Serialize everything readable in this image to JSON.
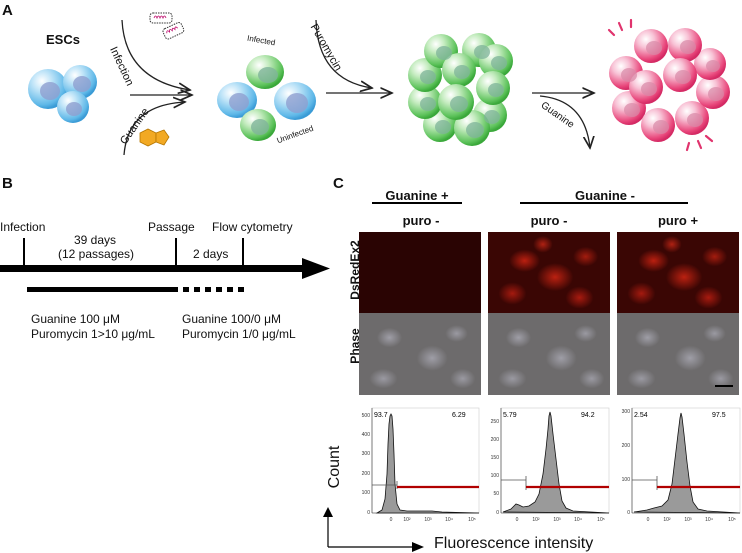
{
  "panel_a": {
    "letter": "A",
    "esc_label": "ESCs",
    "infection_label": "Infection",
    "guanine_label": "Guanine",
    "infected_label": "Infected",
    "uninfected_label": "Uninfected",
    "puromycin_label": "Puromycin",
    "guanine_removal_label": "Guanine",
    "icons": [
      "virus-icon",
      "guanine-molecule-icon",
      "cell-blue-icon",
      "cell-green-icon",
      "cell-pink-icon"
    ],
    "colors": {
      "esc_blue": "#5fb8e8",
      "infected_green": "#5cc25a",
      "dsred_pink": "#e8457a",
      "guanine_orange": "#f2a923"
    }
  },
  "panel_b": {
    "letter": "B",
    "events": [
      "Infection",
      "Passage",
      "Flow cytometry"
    ],
    "interval1_line1": "39 days",
    "interval1_line2": "(12 passages)",
    "interval2": "2 days",
    "cond1_line1": "Guanine 100 μM",
    "cond1_line2": "Puromycin 1>10 μg/mL",
    "cond2_line1": "Guanine 100/0 μM",
    "cond2_line2": "Puromycin 1/0 μg/mL"
  },
  "panel_c": {
    "letter": "C",
    "group1": "Guanine +",
    "group2": "Guanine -",
    "columns": [
      "puro -",
      "puro -",
      "puro +"
    ],
    "row_labels": [
      "DsRedEx2",
      "Phase"
    ],
    "y_axis_label": "Count",
    "x_axis_label": "Fluorescence intensity"
  },
  "chart_data": [
    {
      "type": "area",
      "title": "Guanine + / puro -",
      "xlabel": "Fluorescence intensity",
      "ylabel": "Count",
      "x_ticks": [
        "0",
        "10^2",
        "10^3",
        "10^4",
        "10^5"
      ],
      "y_ticks": [
        0,
        100,
        200,
        300,
        400,
        500
      ],
      "ylim": [
        0,
        560
      ],
      "gate_left_pct": 93.7,
      "gate_right_pct": 6.29,
      "peak_position": "0",
      "peak_count": 510
    },
    {
      "type": "area",
      "title": "Guanine - / puro -",
      "xlabel": "Fluorescence intensity",
      "ylabel": "Count",
      "x_ticks": [
        "0",
        "10^2",
        "10^3",
        "10^4",
        "10^5"
      ],
      "y_ticks": [
        0,
        50,
        100,
        150,
        200,
        250
      ],
      "ylim": [
        0,
        280
      ],
      "gate_left_pct": 5.79,
      "gate_right_pct": 94.2,
      "peak_position": "~3x10^2",
      "peak_count": 275
    },
    {
      "type": "area",
      "title": "Guanine - / puro +",
      "xlabel": "Fluorescence intensity",
      "ylabel": "Count",
      "x_ticks": [
        "0",
        "10^2",
        "10^3",
        "10^4",
        "10^5"
      ],
      "y_ticks": [
        0,
        100,
        200,
        300
      ],
      "ylim": [
        0,
        300
      ],
      "gate_left_pct": 2.54,
      "gate_right_pct": 97.5,
      "peak_position": "~3x10^2",
      "peak_count": 292
    }
  ]
}
